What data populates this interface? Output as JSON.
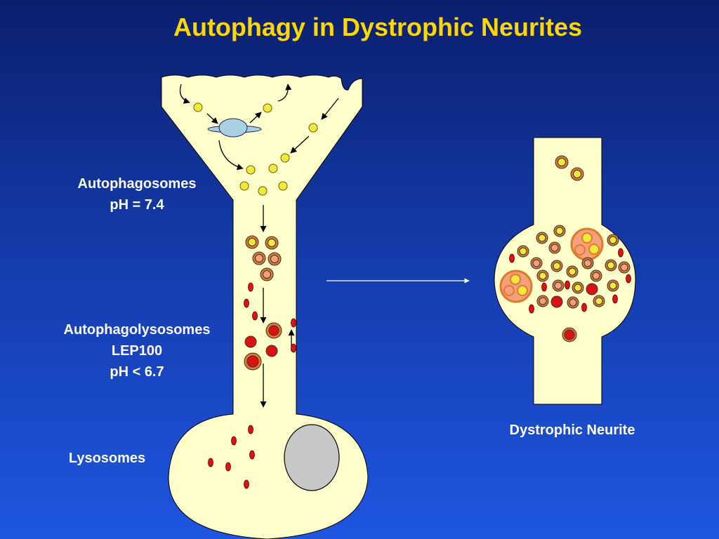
{
  "title": "Autophagy in Dystrophic Neurites",
  "labels": {
    "autophagosomes": "Autophagosomes",
    "autophagosomes_ph": "pH = 7.4",
    "autophagolysosomes": "Autophagolysosomes",
    "autophagolysosomes_marker": "LEP100",
    "autophagolysosomes_ph": "pH < 6.7",
    "lysosomes": "Lysosomes",
    "dystrophic_neurite": "Dystrophic Neurite"
  },
  "colors": {
    "neuron_fill": "#ffffcc",
    "autophagosome_fill": "#f2ea3a",
    "autophagolysosome_fill": "#f4a07c",
    "vesicle_ring": "#e07a2a",
    "lysosome_red": "#dd1111",
    "nucleus": "#c8c8c8",
    "title": "#ffd700"
  }
}
